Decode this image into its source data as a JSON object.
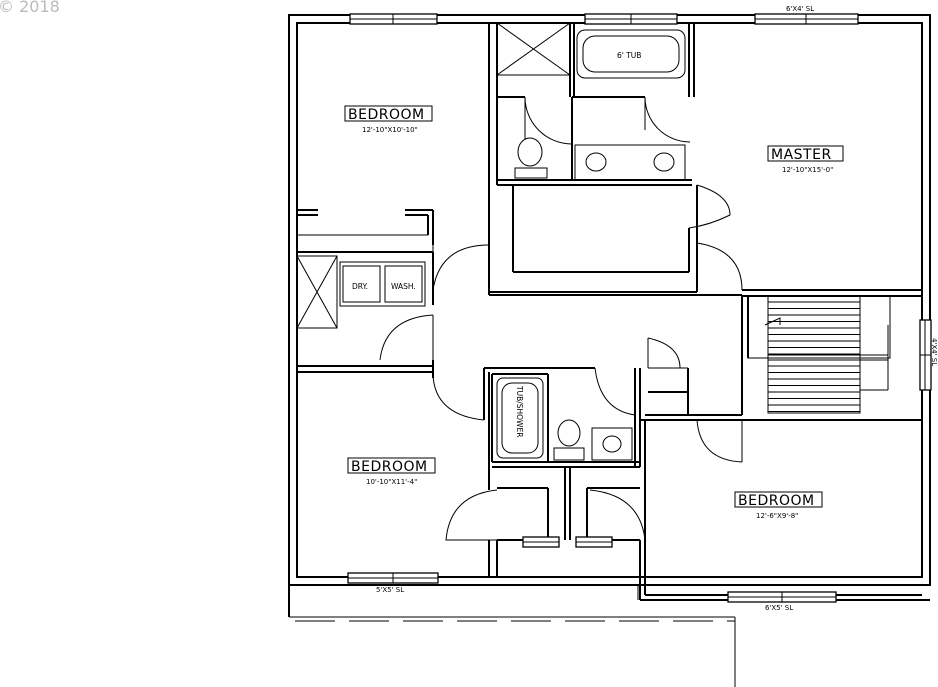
{
  "copyright": "© 2018",
  "rooms": {
    "bedroom_nw": {
      "name": "BEDROOM",
      "dims": "12'-10\"X10'-10\""
    },
    "master": {
      "name": "MASTER",
      "dims": "12'-10\"X15'-0\""
    },
    "bedroom_sw": {
      "name": "BEDROOM",
      "dims": "10'-10\"X11'-4\""
    },
    "bedroom_se": {
      "name": "BEDROOM",
      "dims": "12'-6\"X9'-8\""
    }
  },
  "fixtures": {
    "tub": "6' TUB",
    "dryer": "DRY.",
    "washer": "WASH.",
    "tub_shower": "TUB/SHOWER"
  },
  "windows": {
    "top_right": "6'X4' SL",
    "right": "4'X4' SL",
    "bottom_left": "5'X5' SL",
    "bottom_right": "6'X5' SL"
  }
}
